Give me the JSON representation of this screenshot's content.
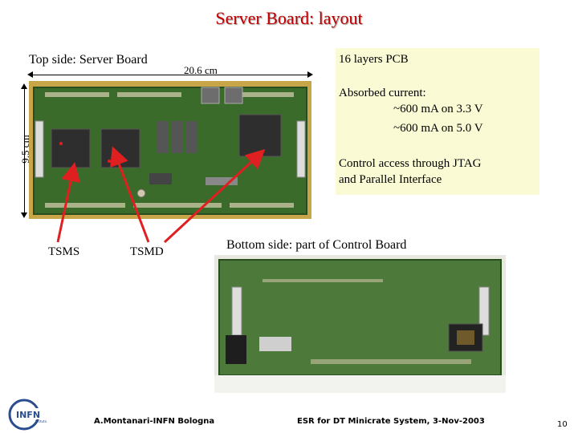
{
  "slide": {
    "title": "Server Board: layout",
    "top_side_label": "Top side: Server Board",
    "width_dimension": "20.6 cm",
    "height_dimension": "9.5 cm",
    "bottom_side_label": "Bottom side: part of Control Board",
    "callouts": {
      "tsms": "TSMS",
      "tsmd": "TSMD"
    },
    "info": {
      "layers": "16 layers PCB",
      "absorbed_heading": "Absorbed current:",
      "current_33": "~600 mA on 3.3 V",
      "current_50": "~600 mA on 5.0 V",
      "control_line1": "Control access through JTAG",
      "control_line2": "and Parallel Interface"
    }
  },
  "footer": {
    "author": "A.Montanari-INFN Bologna",
    "event": "ESR for DT Minicrate System, 3-Nov-2003",
    "page_number": "10"
  },
  "logo": {
    "text": "INFN",
    "subtext": "Istituto Nazionale di Fisica Nucleare"
  },
  "colors": {
    "title": "#c00000",
    "arrow": "#e02020",
    "info_bg": "#fafbd4",
    "pcb_green": "#3a6b2a",
    "pcb_gold": "#c9a54a"
  }
}
